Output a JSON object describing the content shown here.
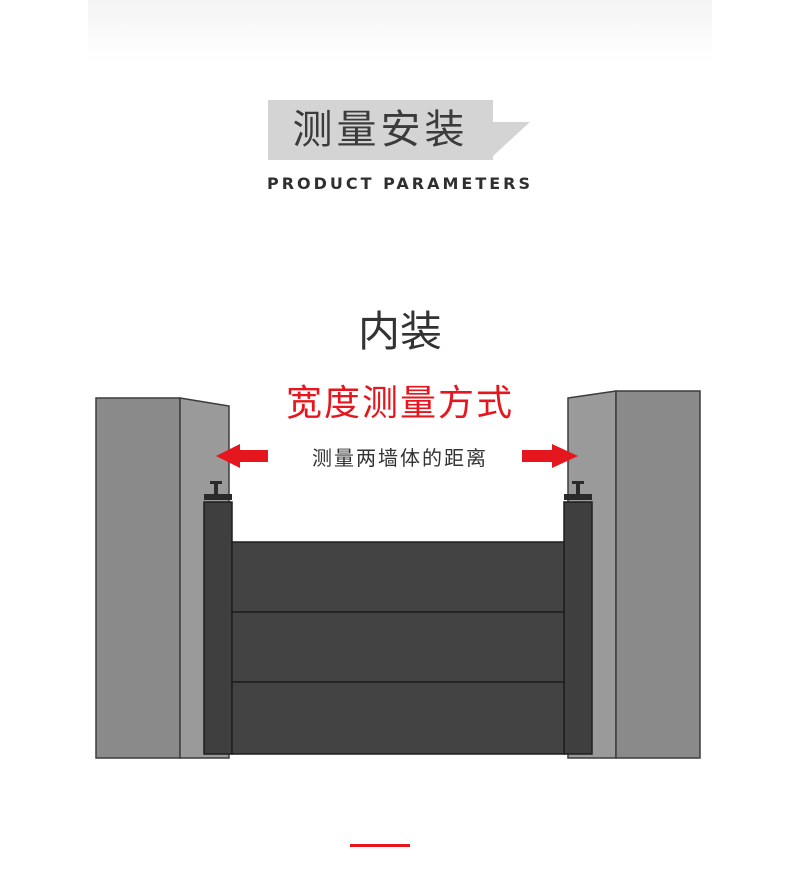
{
  "header": {
    "title": "测量安装",
    "subtitle": "PRODUCT PARAMETERS"
  },
  "section": {
    "title": "内装"
  },
  "measurement": {
    "method_title": "宽度测量方式",
    "description": "测量两墙体的距离"
  },
  "colors": {
    "accent_red": "#e5161d",
    "header_bg": "#d4d4d4",
    "wall": "#8a8a8a",
    "panel": "#3f3f3f"
  }
}
